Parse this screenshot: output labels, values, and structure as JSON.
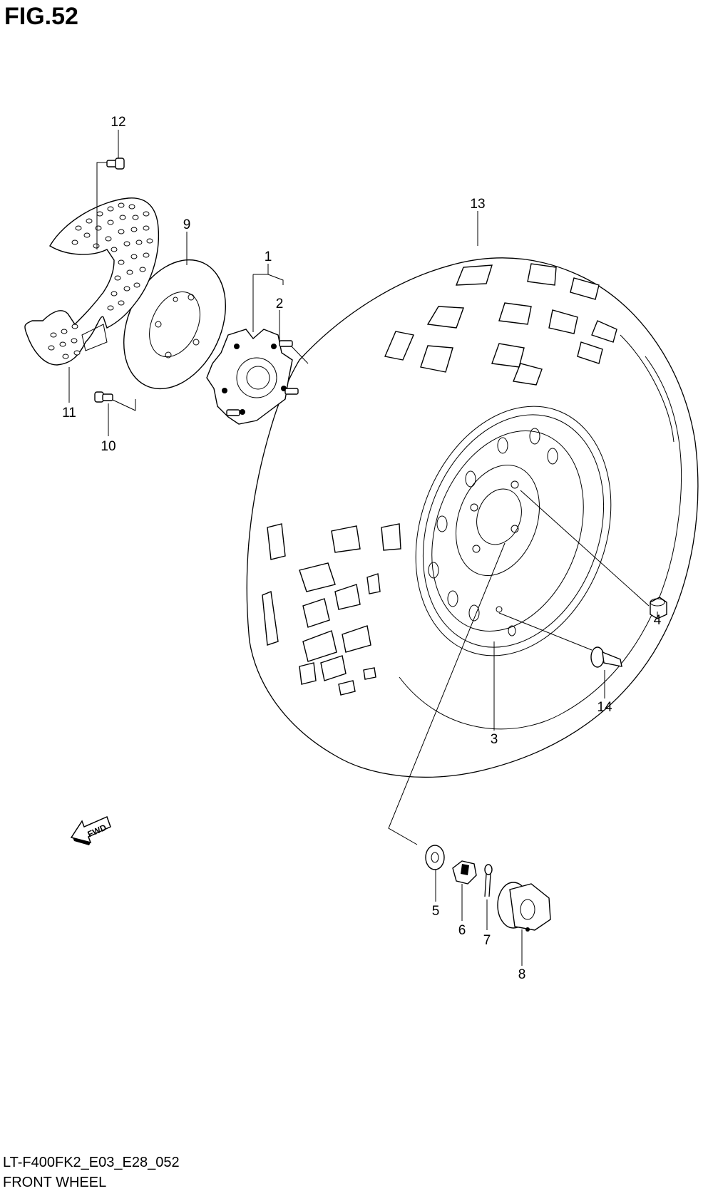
{
  "figure": {
    "title": "FIG.52",
    "model_code": "LT-F400FK2_E03_E28_052",
    "section_name": "FRONT WHEEL"
  },
  "callouts": [
    "1",
    "2",
    "3",
    "4",
    "5",
    "6",
    "7",
    "8",
    "9",
    "10",
    "11",
    "12",
    "13",
    "14"
  ],
  "direction_marker": "FWD"
}
